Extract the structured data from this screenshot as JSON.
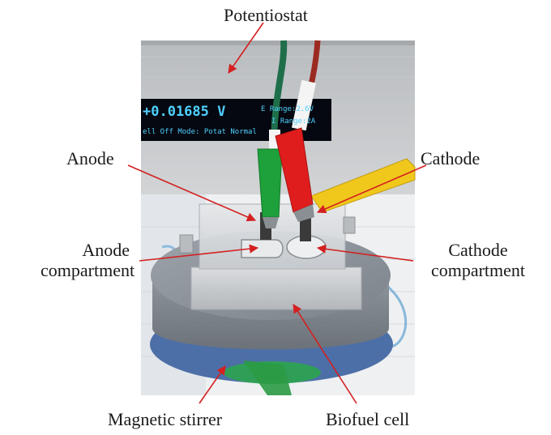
{
  "labels": {
    "potentiostat": "Potentiostat",
    "anode": "Anode",
    "cathode": "Cathode",
    "anode_compartment_line1": "Anode",
    "anode_compartment_line2": "compartment",
    "cathode_compartment_line1": "Cathode",
    "cathode_compartment_line2": "compartment",
    "magnetic_stirrer": "Magnetic stirrer",
    "biofuel_cell": "Biofuel cell"
  },
  "display": {
    "voltage": "+0.01685 V",
    "e_range": "E Range:2.6V",
    "i_range": "I Range:2A",
    "status": "ell Off  Mode: Potat  Normal"
  },
  "colors": {
    "arrow": "#d42020",
    "clip_green": "#1ea03a",
    "clip_red": "#e01d1d",
    "clip_yellow": "#f0c81c",
    "lcd_text": "#4fd0ff"
  }
}
